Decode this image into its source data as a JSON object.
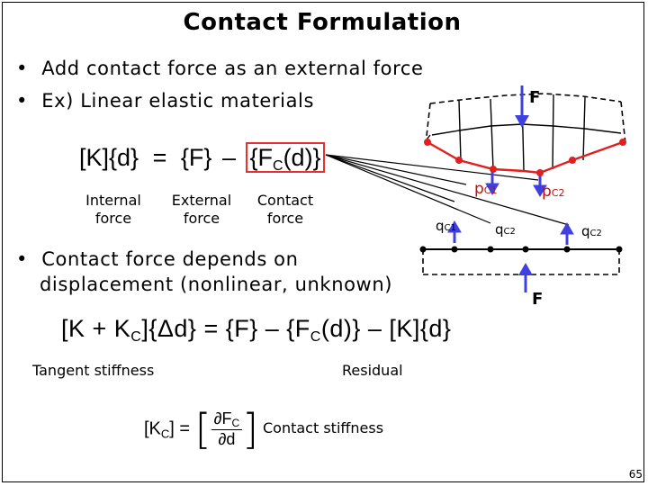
{
  "slide": {
    "title": "Contact Formulation",
    "bullet1": "Add contact force as an external force",
    "bullet2": "Ex) Linear elastic materials",
    "bullet3_line1": "Contact force depends on",
    "bullet3_line2": "displacement (nonlinear, unknown)",
    "bullet_char": "•",
    "page_number": "65"
  },
  "equation1": {
    "K": "[K]{d}",
    "equals": "=",
    "F": "{F}",
    "minus": "–",
    "Fc_open": "{F",
    "Fc_sub": "C",
    "Fc_close": "(d)}"
  },
  "labels": {
    "internal_l1": "Internal",
    "internal_l2": "force",
    "external_l1": "External",
    "external_l2": "force",
    "contact_l1": "Contact",
    "contact_l2": "force",
    "tangent": "Tangent stiffness",
    "residual": "Residual",
    "contact_stiffness": "Contact stiffness"
  },
  "equation2": {
    "open": "[K + K",
    "sub": "C",
    "rest": "]{Δd} = {F} – {F",
    "sub2": "C",
    "rest2": "(d)} – [K]{d}"
  },
  "equation3": {
    "lhs": "[K",
    "lhs_sub": "C",
    "lhs_end": "] =",
    "num": "∂F",
    "num_sub": "C",
    "den": "∂d"
  },
  "diagram": {
    "F_top": "F",
    "F_bottom": "F",
    "pC1": "p",
    "pC1_sub": "C1",
    "pC2": "p",
    "pC2_sub": "C2",
    "qC1": "q",
    "qC1_sub": "C1",
    "qC2a": "q",
    "qC2a_sub": "C2",
    "qC2b": "q",
    "qC2b_sub": "C2",
    "colors": {
      "mesh_red": "#e02020",
      "arrow_blue": "#4040e0",
      "ink": "#000000"
    }
  }
}
